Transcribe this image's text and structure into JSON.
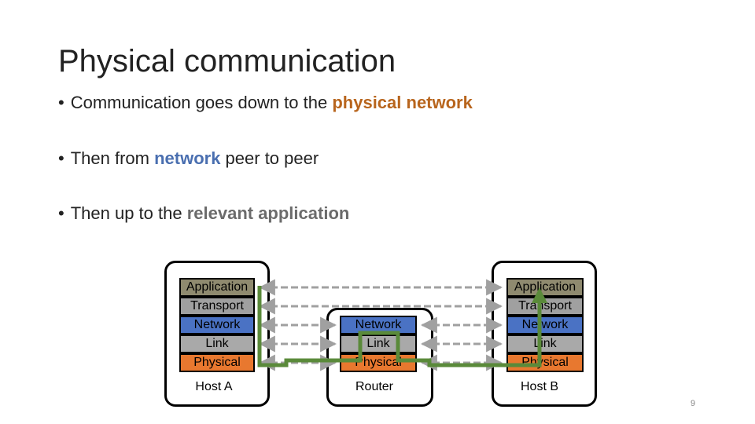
{
  "slide": {
    "title": "Physical communication",
    "bullets": [
      {
        "pre": "Communication goes down to the ",
        "highlight": "physical network",
        "post": ""
      },
      {
        "pre": "Then from ",
        "highlight": "network",
        "post": " peer to peer"
      },
      {
        "pre": "Then up to the ",
        "highlight": "relevant application",
        "post": ""
      }
    ],
    "bullet_symbol": "•",
    "page_number": "9"
  },
  "diagram": {
    "host_a": {
      "label": "Host A",
      "layers": [
        "Application",
        "Transport",
        "Network",
        "Link",
        "Physical"
      ]
    },
    "router": {
      "label": "Router",
      "layers": [
        "Network",
        "Link",
        "Physical"
      ]
    },
    "host_b": {
      "label": "Host B",
      "layers": [
        "Application",
        "Transport",
        "Network",
        "Link",
        "Physical"
      ]
    },
    "colors": {
      "application": "#8f8a6f",
      "transport": "#a0a0a0",
      "network": "#4a72c4",
      "link": "#a9a9a9",
      "physical": "#e8782f",
      "path": "#5a8a3a",
      "peer_arrow": "#a0a0a0"
    }
  }
}
